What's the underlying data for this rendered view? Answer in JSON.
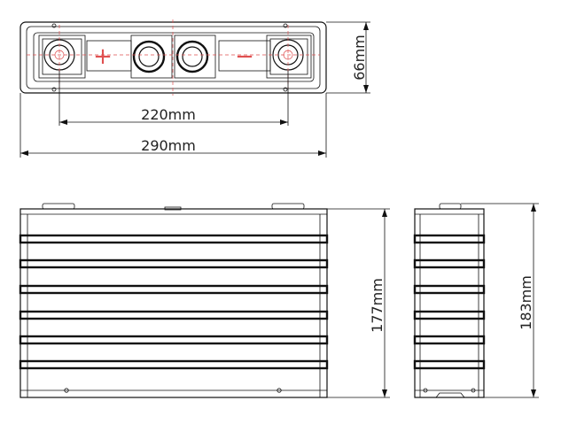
{
  "dimensions": {
    "terminal_spacing": "220mm",
    "overall_length": "290mm",
    "width": "66mm",
    "body_height": "177mm",
    "total_height": "183mm"
  },
  "terminal_marks": {
    "positive": "+",
    "negative": "−"
  }
}
